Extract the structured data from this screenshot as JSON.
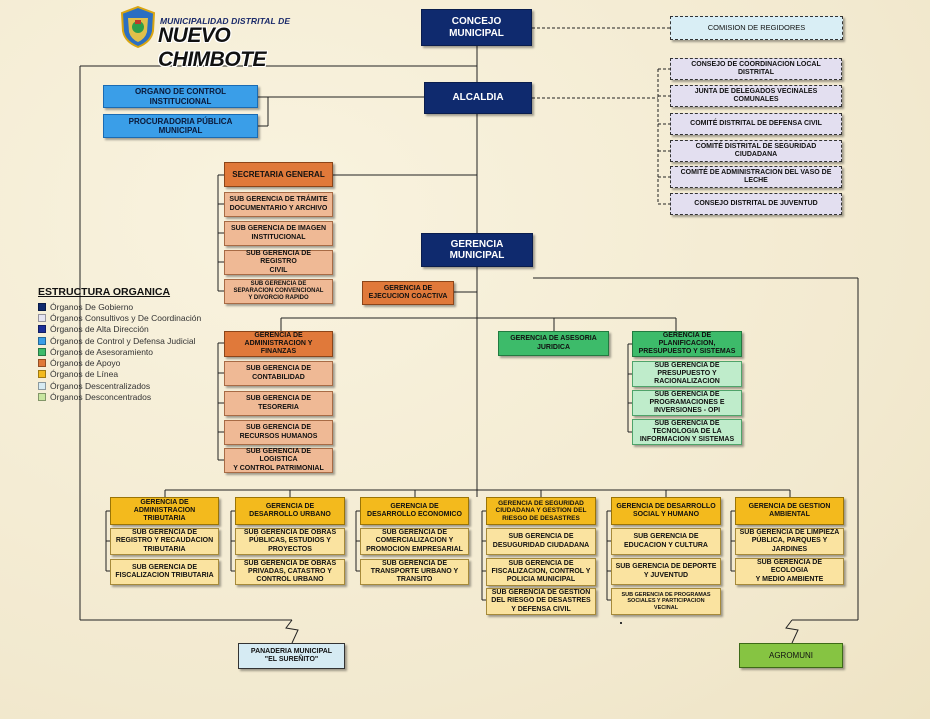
{
  "header": {
    "municipality_label": "MUNICIPALIDAD DISTRITAL DE",
    "municipality_name": "NUEVO CHIMBOTE"
  },
  "colors": {
    "gobierno": "#0f2a6e",
    "consultivos": "#e6e4f1",
    "alta_direccion": "#0f2a6e",
    "control": "#3a9ee8",
    "asesoramiento": "#3dbb6a",
    "apoyo": "#e0793a",
    "linea": "#f3ba1d",
    "descentralizados": "#d6ebf3",
    "desconcentrados": "#c8e6a0"
  },
  "legend": {
    "title": "ESTRUCTURA ORGANICA",
    "items": [
      {
        "label": "Órganos De Gobierno",
        "color": "#0f2a6e"
      },
      {
        "label": "Órganos Consultivos y De Coordinación",
        "color": "#e6e4f1"
      },
      {
        "label": "Órganos de Alta Dirección",
        "color": "#1d2f99"
      },
      {
        "label": "Órganos de Control y Defensa Judicial",
        "color": "#3a9ee8"
      },
      {
        "label": "Órganos de Asesoramiento",
        "color": "#3dbb6a"
      },
      {
        "label": "Órganos de Apoyo",
        "color": "#e0793a"
      },
      {
        "label": "Órganos de Línea",
        "color": "#f3ba1d"
      },
      {
        "label": "Órganos Descentralizados",
        "color": "#d6ebf3"
      },
      {
        "label": "Órganos Desconcentrados",
        "color": "#c8e6a0"
      }
    ]
  },
  "gobierno": {
    "concejo": "CONCEJO\nMUNICIPAL",
    "alcaldia": "ALCALDIA"
  },
  "consultivos": {
    "regidores": "COMISION DE REGIDORES",
    "items": [
      "CONSEJO DE COORDINACION LOCAL DISTRITAL",
      "JUNTA DE DELEGADOS VECINALES COMUNALES",
      "COMITÉ DISTRITAL DE DEFENSA CIVIL",
      "COMITÉ DISTRITAL DE SEGURIDAD CIUDADANA",
      "COMITÉ DE ADMINISTRACION DEL VASO DE LECHE",
      "CONSEJO DISTRITAL DE JUVENTUD"
    ]
  },
  "control": {
    "oci": "ORGANO DE CONTROL INSTITUCIONAL",
    "procuraduria": "PROCURADORIA PÚBLICA MUNICIPAL"
  },
  "secretaria": {
    "title": "SECRETARIA GENERAL",
    "subs": [
      "SUB GERENCIA DE TRÁMITE\nDOCUMENTARIO Y ARCHIVO",
      "SUB GERENCIA DE IMAGEN\nINSTITUCIONAL",
      "SUB GERENCIA DE REGISTRO\nCIVIL",
      "SUB GERENCIA DE\nSEPARACION CONVENCIONAL\nY DIVORCIO RAPIDO"
    ]
  },
  "gerencia_municipal": "GERENCIA\nMUNICIPAL",
  "ejecucion_coactiva": "GERENCIA DE\nEJECUCION COACTIVA",
  "administracion": {
    "title": "GERENCIA DE\nADMINISTRACION Y\nFINANZAS",
    "subs": [
      "SUB GERENCIA DE\nCONTABILIDAD",
      "SUB GERENCIA DE\nTESORERIA",
      "SUB GERENCIA DE\nRECURSOS HUMANOS",
      "SUB GERENCIA DE LOGISTICA\nY CONTROL PATRIMONIAL"
    ]
  },
  "asesoria": "GERENCIA DE ASESORIA\nJURIDICA",
  "planificacion": {
    "title": "GERENCIA DE PLANIFICACION,\nPRESUPUESTO Y SISTEMAS",
    "subs": [
      "SUB GERENCIA DE\nPRESUPUESTO Y\nRACIONALIZACION",
      "SUB GERENCIA DE\nPROGRAMACIONES E\nINVERSIONES - OPI",
      "SUB GERENCIA DE\nTECNOLOGIA DE LA\nINFORMACION Y SISTEMAS"
    ]
  },
  "linea": [
    {
      "title": "GERENCIA DE\nADMINISTRACION\nTRIBUTARIA",
      "subs": [
        "SUB GERENCIA DE\nREGISTRO Y RECAUDACION\nTRIBUTARIA",
        "SUB GERENCIA DE\nFISCALIZACION TRIBUTARIA"
      ]
    },
    {
      "title": "GERENCIA DE\nDESARROLLO URBANO",
      "subs": [
        "SUB GERENCIA DE OBRAS\nPÚBLICAS, ESTUDIOS Y\nPROYECTOS",
        "SUB GERENCIA DE OBRAS\nPRIVADAS, CATASTRO Y\nCONTROL URBANO"
      ]
    },
    {
      "title": "GERENCIA DE\nDESARROLLO ECONOMICO",
      "subs": [
        "SUB GERENCIA DE\nCOMERCIALIZACION Y\nPROMOCION EMPRESARIAL",
        "SUB GERENCIA DE\nTRANSPORTE URBANO Y\nTRANSITO"
      ]
    },
    {
      "title": "GERENCIA DE SEGURIDAD\nCIUDADANA Y GESTION DEL\nRIESGO DE DESASTRES",
      "subs": [
        "SUB GERENCIA DE\nDESUGURIDAD CIUDADANA",
        "SUB GERENCIA DE\nFISCALIZACION, CONTROL Y\nPOLICIA MUNICIPAL",
        "SUB GERENCIA DE GESTION\nDEL RIESGO DE DESASTRES\nY DEFENSA CIVIL"
      ]
    },
    {
      "title": "GERENCIA DE DESARROLLO\nSOCIAL Y HUMANO",
      "subs": [
        "SUB GERENCIA DE\nEDUCACION Y CULTURA",
        "SUB GERENCIA DE DEPORTE\nY JUVENTUD",
        "SUB GERENCIA DE PROGRAMAS\nSOCIALES Y PARTICIPACION\nVECINAL"
      ]
    },
    {
      "title": "GERENCIA  DE GESTION\nAMBIENTAL",
      "subs": [
        "SUB GERENCIA DE LIMPIEZA\nPÚBLICA, PARQUES Y\nJARDINES",
        "SUB GERENCIA DE ECOLOGIA\nY MEDIO AMBIENTE"
      ]
    }
  ],
  "descentralizado": "PANADERIA MUNICIPAL\n\"EL SUREÑITO\"",
  "desconcentrado": "AGROMUNI"
}
